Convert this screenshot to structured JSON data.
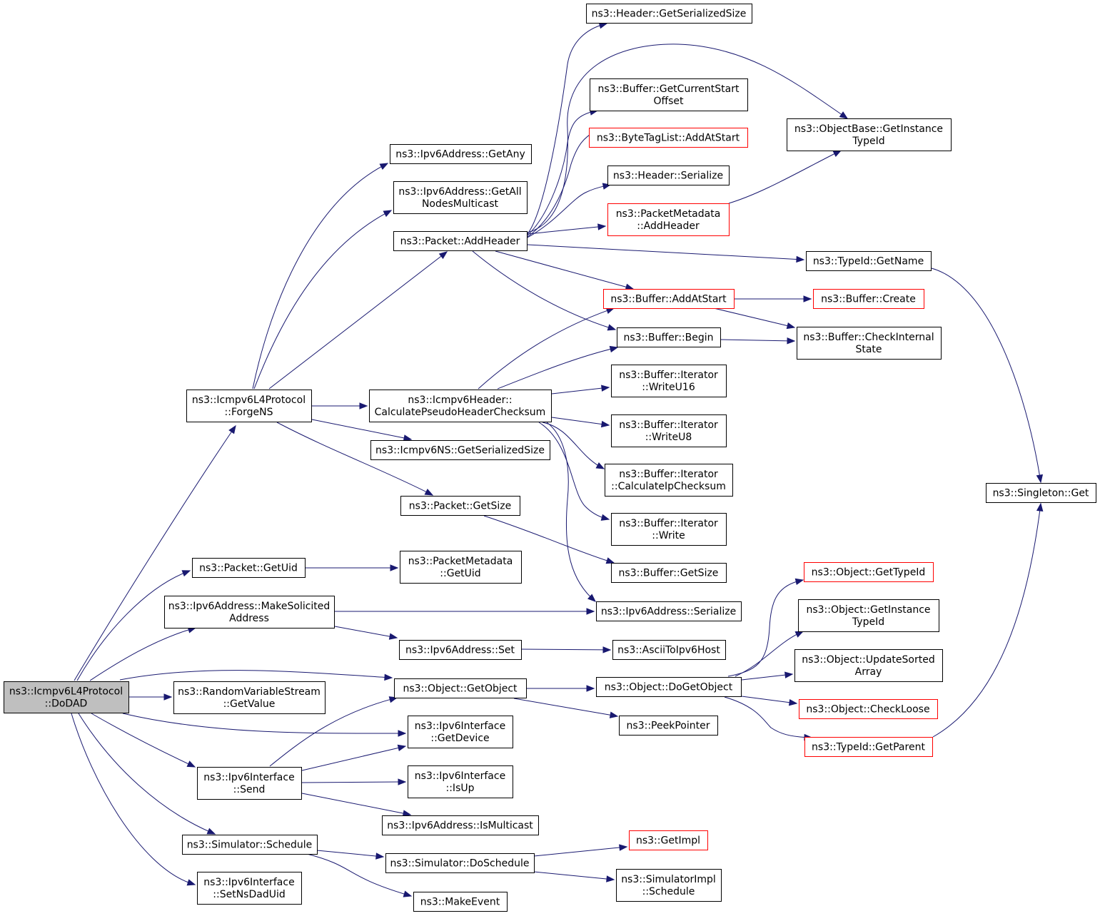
{
  "colors": {
    "edge": "#191970",
    "link_border": "#ff0000",
    "root_fill": "#bfbfbf"
  },
  "nodes": [
    {
      "id": "dodad",
      "lines": [
        "ns3::Icmpv6L4Protocol",
        "::DoDAD"
      ],
      "style": "root"
    },
    {
      "id": "forgens",
      "lines": [
        "ns3::Icmpv6L4Protocol",
        "::ForgeNS"
      ]
    },
    {
      "id": "pkt_getuid",
      "lines": [
        "ns3::Packet::GetUid"
      ]
    },
    {
      "id": "makesol",
      "lines": [
        "ns3::Ipv6Address::MakeSolicited",
        "Address"
      ]
    },
    {
      "id": "rvs_getvalue",
      "lines": [
        "ns3::RandomVariableStream",
        "::GetValue"
      ]
    },
    {
      "id": "ipv6if_send",
      "lines": [
        "ns3::Ipv6Interface",
        "::Send"
      ]
    },
    {
      "id": "sim_schedule",
      "lines": [
        "ns3::Simulator::Schedule"
      ]
    },
    {
      "id": "ipv6if_setns",
      "lines": [
        "ns3::Ipv6Interface",
        "::SetNsDadUid"
      ]
    },
    {
      "id": "ipv6addr_getany",
      "lines": [
        "ns3::Ipv6Address::GetAny"
      ]
    },
    {
      "id": "ipv6addr_getall",
      "lines": [
        "ns3::Ipv6Address::GetAll",
        "NodesMulticast"
      ]
    },
    {
      "id": "pkt_addheader",
      "lines": [
        "ns3::Packet::AddHeader"
      ]
    },
    {
      "id": "icmpv6hdr_calc",
      "lines": [
        "ns3::Icmpv6Header::",
        "CalculatePseudoHeaderChecksum"
      ]
    },
    {
      "id": "icmpv6ns_getser",
      "lines": [
        "ns3::Icmpv6NS::GetSerializedSize"
      ]
    },
    {
      "id": "pkt_getsize",
      "lines": [
        "ns3::Packet::GetSize"
      ]
    },
    {
      "id": "pm_getuid",
      "lines": [
        "ns3::PacketMetadata",
        "::GetUid"
      ]
    },
    {
      "id": "ipv6addr_set",
      "lines": [
        "ns3::Ipv6Address::Set"
      ]
    },
    {
      "id": "obj_getobject",
      "lines": [
        "ns3::Object::GetObject"
      ]
    },
    {
      "id": "ipv6if_getdevice",
      "lines": [
        "ns3::Ipv6Interface",
        "::GetDevice"
      ]
    },
    {
      "id": "ipv6if_isup",
      "lines": [
        "ns3::Ipv6Interface",
        "::IsUp"
      ]
    },
    {
      "id": "ipv6addr_ismc",
      "lines": [
        "ns3::Ipv6Address::IsMulticast"
      ]
    },
    {
      "id": "sim_doschedule",
      "lines": [
        "ns3::Simulator::DoSchedule"
      ]
    },
    {
      "id": "makeevent",
      "lines": [
        "ns3::MakeEvent"
      ]
    },
    {
      "id": "hdr_getser",
      "lines": [
        "ns3::Header::GetSerializedSize"
      ]
    },
    {
      "id": "buf_getcso",
      "lines": [
        "ns3::Buffer::GetCurrentStart",
        "Offset"
      ]
    },
    {
      "id": "btl_addatstart",
      "lines": [
        "ns3::ByteTagList::AddAtStart"
      ],
      "style": "linked"
    },
    {
      "id": "hdr_serialize",
      "lines": [
        "ns3::Header::Serialize"
      ]
    },
    {
      "id": "pm_addheader",
      "lines": [
        "ns3::PacketMetadata",
        "::AddHeader"
      ],
      "style": "linked"
    },
    {
      "id": "buf_addatstart",
      "lines": [
        "ns3::Buffer::AddAtStart"
      ],
      "style": "linked"
    },
    {
      "id": "buf_begin",
      "lines": [
        "ns3::Buffer::Begin"
      ]
    },
    {
      "id": "it_writeu16",
      "lines": [
        "ns3::Buffer::Iterator",
        "::WriteU16"
      ]
    },
    {
      "id": "it_writeu8",
      "lines": [
        "ns3::Buffer::Iterator",
        "::WriteU8"
      ]
    },
    {
      "id": "it_calcip",
      "lines": [
        "ns3::Buffer::Iterator",
        "::CalculateIpChecksum"
      ]
    },
    {
      "id": "it_write",
      "lines": [
        "ns3::Buffer::Iterator",
        "::Write"
      ]
    },
    {
      "id": "buf_getsize",
      "lines": [
        "ns3::Buffer::GetSize"
      ]
    },
    {
      "id": "ipv6addr_ser",
      "lines": [
        "ns3::Ipv6Address::Serialize"
      ]
    },
    {
      "id": "ascii_ipv6",
      "lines": [
        "ns3::AsciiToIpv6Host"
      ]
    },
    {
      "id": "obj_dogetobject",
      "lines": [
        "ns3::Object::DoGetObject"
      ]
    },
    {
      "id": "peekpointer",
      "lines": [
        "ns3::PeekPointer"
      ]
    },
    {
      "id": "getimpl",
      "lines": [
        "ns3::GetImpl"
      ],
      "style": "linked"
    },
    {
      "id": "simimpl_schedule",
      "lines": [
        "ns3::SimulatorImpl",
        "::Schedule"
      ]
    },
    {
      "id": "objbase_gitid",
      "lines": [
        "ns3::ObjectBase::GetInstance",
        "TypeId"
      ]
    },
    {
      "id": "typeid_getname",
      "lines": [
        "ns3::TypeId::GetName"
      ]
    },
    {
      "id": "buf_create",
      "lines": [
        "ns3::Buffer::Create"
      ],
      "style": "linked"
    },
    {
      "id": "buf_checkinternal",
      "lines": [
        "ns3::Buffer::CheckInternal",
        "State"
      ]
    },
    {
      "id": "obj_gettypeid",
      "lines": [
        "ns3::Object::GetTypeId"
      ],
      "style": "linked"
    },
    {
      "id": "obj_gitid",
      "lines": [
        "ns3::Object::GetInstance",
        "TypeId"
      ]
    },
    {
      "id": "obj_updsorted",
      "lines": [
        "ns3::Object::UpdateSorted",
        "Array"
      ]
    },
    {
      "id": "obj_checkloose",
      "lines": [
        "ns3::Object::CheckLoose"
      ],
      "style": "linked"
    },
    {
      "id": "typeid_getparent",
      "lines": [
        "ns3::TypeId::GetParent"
      ],
      "style": "linked"
    },
    {
      "id": "singleton_get",
      "lines": [
        "ns3::Singleton::Get"
      ]
    }
  ],
  "edges": [
    {
      "from": "dodad",
      "to": "forgens"
    },
    {
      "from": "dodad",
      "to": "pkt_getuid"
    },
    {
      "from": "dodad",
      "to": "makesol"
    },
    {
      "from": "dodad",
      "to": "obj_getobject"
    },
    {
      "from": "dodad",
      "to": "rvs_getvalue"
    },
    {
      "from": "dodad",
      "to": "ipv6if_getdevice"
    },
    {
      "from": "dodad",
      "to": "ipv6if_send"
    },
    {
      "from": "dodad",
      "to": "sim_schedule"
    },
    {
      "from": "dodad",
      "to": "ipv6if_setns"
    },
    {
      "from": "forgens",
      "to": "ipv6addr_getany"
    },
    {
      "from": "forgens",
      "to": "ipv6addr_getall"
    },
    {
      "from": "forgens",
      "to": "pkt_addheader"
    },
    {
      "from": "forgens",
      "to": "icmpv6hdr_calc"
    },
    {
      "from": "forgens",
      "to": "icmpv6ns_getser"
    },
    {
      "from": "forgens",
      "to": "pkt_getsize"
    },
    {
      "from": "pkt_getuid",
      "to": "pm_getuid"
    },
    {
      "from": "makesol",
      "to": "ipv6addr_ser"
    },
    {
      "from": "makesol",
      "to": "ipv6addr_set"
    },
    {
      "from": "ipv6if_send",
      "to": "obj_getobject"
    },
    {
      "from": "ipv6if_send",
      "to": "ipv6if_getdevice"
    },
    {
      "from": "ipv6if_send",
      "to": "ipv6if_isup"
    },
    {
      "from": "ipv6if_send",
      "to": "ipv6addr_ismc"
    },
    {
      "from": "sim_schedule",
      "to": "sim_doschedule"
    },
    {
      "from": "sim_schedule",
      "to": "makeevent"
    },
    {
      "from": "pkt_addheader",
      "to": "hdr_getser"
    },
    {
      "from": "pkt_addheader",
      "to": "buf_getcso"
    },
    {
      "from": "pkt_addheader",
      "to": "btl_addatstart"
    },
    {
      "from": "pkt_addheader",
      "to": "hdr_serialize"
    },
    {
      "from": "pkt_addheader",
      "to": "pm_addheader"
    },
    {
      "from": "pkt_addheader",
      "to": "objbase_gitid"
    },
    {
      "from": "pkt_addheader",
      "to": "typeid_getname"
    },
    {
      "from": "pkt_addheader",
      "to": "buf_addatstart"
    },
    {
      "from": "pkt_addheader",
      "to": "buf_begin"
    },
    {
      "from": "icmpv6hdr_calc",
      "to": "buf_addatstart"
    },
    {
      "from": "icmpv6hdr_calc",
      "to": "buf_begin"
    },
    {
      "from": "icmpv6hdr_calc",
      "to": "it_writeu16"
    },
    {
      "from": "icmpv6hdr_calc",
      "to": "it_writeu8"
    },
    {
      "from": "icmpv6hdr_calc",
      "to": "it_calcip"
    },
    {
      "from": "icmpv6hdr_calc",
      "to": "it_write"
    },
    {
      "from": "icmpv6hdr_calc",
      "to": "ipv6addr_ser"
    },
    {
      "from": "pkt_getsize",
      "to": "buf_getsize"
    },
    {
      "from": "ipv6addr_set",
      "to": "ascii_ipv6"
    },
    {
      "from": "obj_getobject",
      "to": "obj_dogetobject"
    },
    {
      "from": "obj_getobject",
      "to": "peekpointer"
    },
    {
      "from": "sim_doschedule",
      "to": "getimpl"
    },
    {
      "from": "sim_doschedule",
      "to": "simimpl_schedule"
    },
    {
      "from": "pm_addheader",
      "to": "objbase_gitid"
    },
    {
      "from": "typeid_getname",
      "to": "singleton_get"
    },
    {
      "from": "buf_addatstart",
      "to": "buf_create"
    },
    {
      "from": "buf_addatstart",
      "to": "buf_checkinternal"
    },
    {
      "from": "buf_begin",
      "to": "buf_checkinternal"
    },
    {
      "from": "obj_dogetobject",
      "to": "obj_gettypeid"
    },
    {
      "from": "obj_dogetobject",
      "to": "obj_gitid"
    },
    {
      "from": "obj_dogetobject",
      "to": "obj_updsorted"
    },
    {
      "from": "obj_dogetobject",
      "to": "obj_checkloose"
    },
    {
      "from": "obj_dogetobject",
      "to": "typeid_getparent"
    },
    {
      "from": "typeid_getparent",
      "to": "singleton_get"
    }
  ]
}
